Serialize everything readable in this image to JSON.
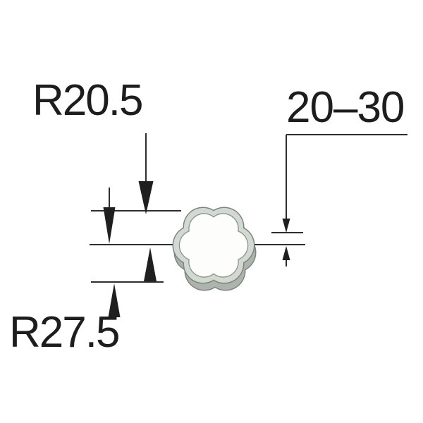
{
  "labels": {
    "radius_small": "R20.5",
    "range": "20–30",
    "radius_large": "R27.5"
  },
  "colors": {
    "background": "#ffffff",
    "line": "#2e2e2e",
    "arrow": "#1f1f1f",
    "text": "#1d1d1d",
    "metal_light": "#d2d8d2",
    "metal_mid": "#adb4ad",
    "edge_dark": "#7c847c",
    "edge_mid": "#8d958d",
    "hole_white": "#fdfdfc",
    "inner_wall": "#c6ccc6"
  }
}
